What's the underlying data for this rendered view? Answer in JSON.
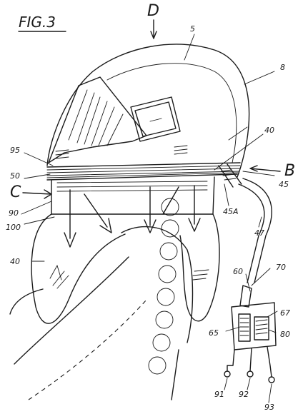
{
  "figure": {
    "title": "FIG.3"
  },
  "labels": {
    "D": "D",
    "B": "B",
    "C": "C",
    "l5": "5",
    "l8": "8",
    "l40a": "40",
    "l40b": "40",
    "l95": "95",
    "l50": "50",
    "l90": "90",
    "l100": "100",
    "l45": "45",
    "l45a": "45A",
    "l47": "47",
    "l60": "60",
    "l70": "70",
    "l67": "67",
    "l65": "65",
    "l80": "80",
    "l91": "91",
    "l92": "92",
    "l93": "93"
  }
}
